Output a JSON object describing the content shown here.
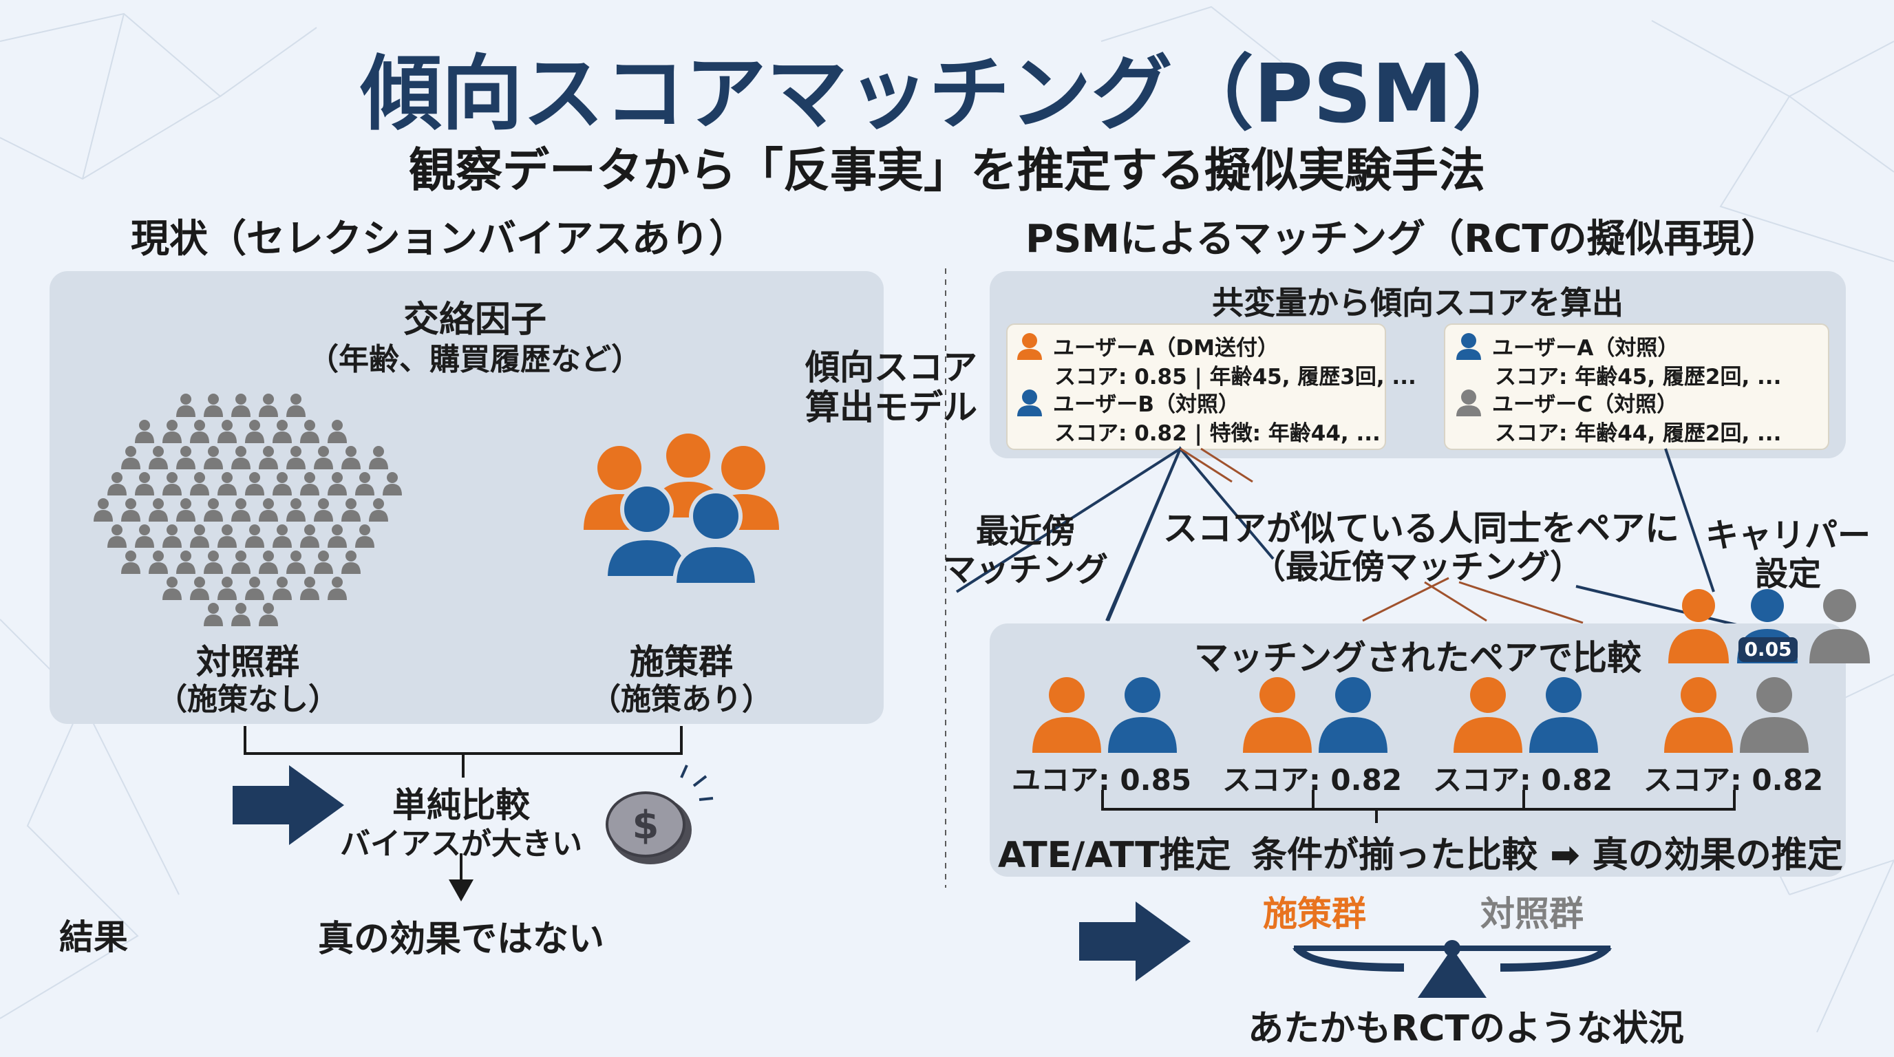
{
  "title": "傾向スコアマッチング（PSM）",
  "subtitle": "観察データから「反事実」を推定する擬似実験手法",
  "left": {
    "heading": "現状（セレクションバイアスあり）",
    "confounder_title": "交絡因子",
    "confounder_sub": "（年齢、購買履歴など）",
    "control_label": "対照群",
    "control_sub": "（施策なし）",
    "treat_label": "施策群",
    "treat_sub": "（施策あり）",
    "simple_compare": "単純比較",
    "bias_large": "バイアスが大きい",
    "result_label": "結果",
    "not_true_effect": "真の効果ではない"
  },
  "right": {
    "heading": "PSMによるマッチング（RCTの擬似再現）",
    "calc_title": "共変量から傾向スコアを算出",
    "model_label_1": "傾向スコア",
    "model_label_2": "算出モデル",
    "card1": {
      "user1_name": "ユーザーA（DM送付）",
      "user1_detail": "スコア: 0.85 | 年齢45, 履歴3回, ...",
      "user2_name": "ユーザーB（対照）",
      "user2_detail": "スコア: 0.82 | 特徴: 年齢44, ..."
    },
    "card2": {
      "user1_name": "ユーザーA（対照）",
      "user1_detail": "スコア: 年齢45, 履歴2回, ...",
      "user2_name": "ユーザーC（対照）",
      "user2_detail": "スコア: 年齢44, 履歴2回, ..."
    },
    "nn_label_1": "最近傍",
    "nn_label_2": "マッチング",
    "pair_text_1": "スコアが似ている人同士をペアに",
    "pair_text_2": "（最近傍マッチング）",
    "caliper_label_1": "キャリパー",
    "caliper_label_2": "設定",
    "caliper_value": "0.05",
    "matched_title": "マッチングされたペアで比較",
    "pair_scores": [
      "ユコア: 0.85",
      "スコア: 0.82",
      "スコア: 0.82",
      "スコア: 0.82"
    ],
    "ate_label": "ATE/ATT推定",
    "conclusion": "条件が揃った比較 ➡ 真の効果の推定",
    "balance_treat": "施策群",
    "balance_control": "対照群",
    "rct_like": "あたかもRCTのような状況"
  },
  "colors": {
    "title": "#1f3d63",
    "orange": "#e8731f",
    "blue": "#1f5f9e",
    "gray": "#808080",
    "navy": "#1e3a5f",
    "panel": "#d6dee8"
  },
  "icons": [
    "person-icon",
    "coin-icon",
    "arrow-right-icon",
    "arrow-down-icon",
    "balance-scale-icon"
  ]
}
